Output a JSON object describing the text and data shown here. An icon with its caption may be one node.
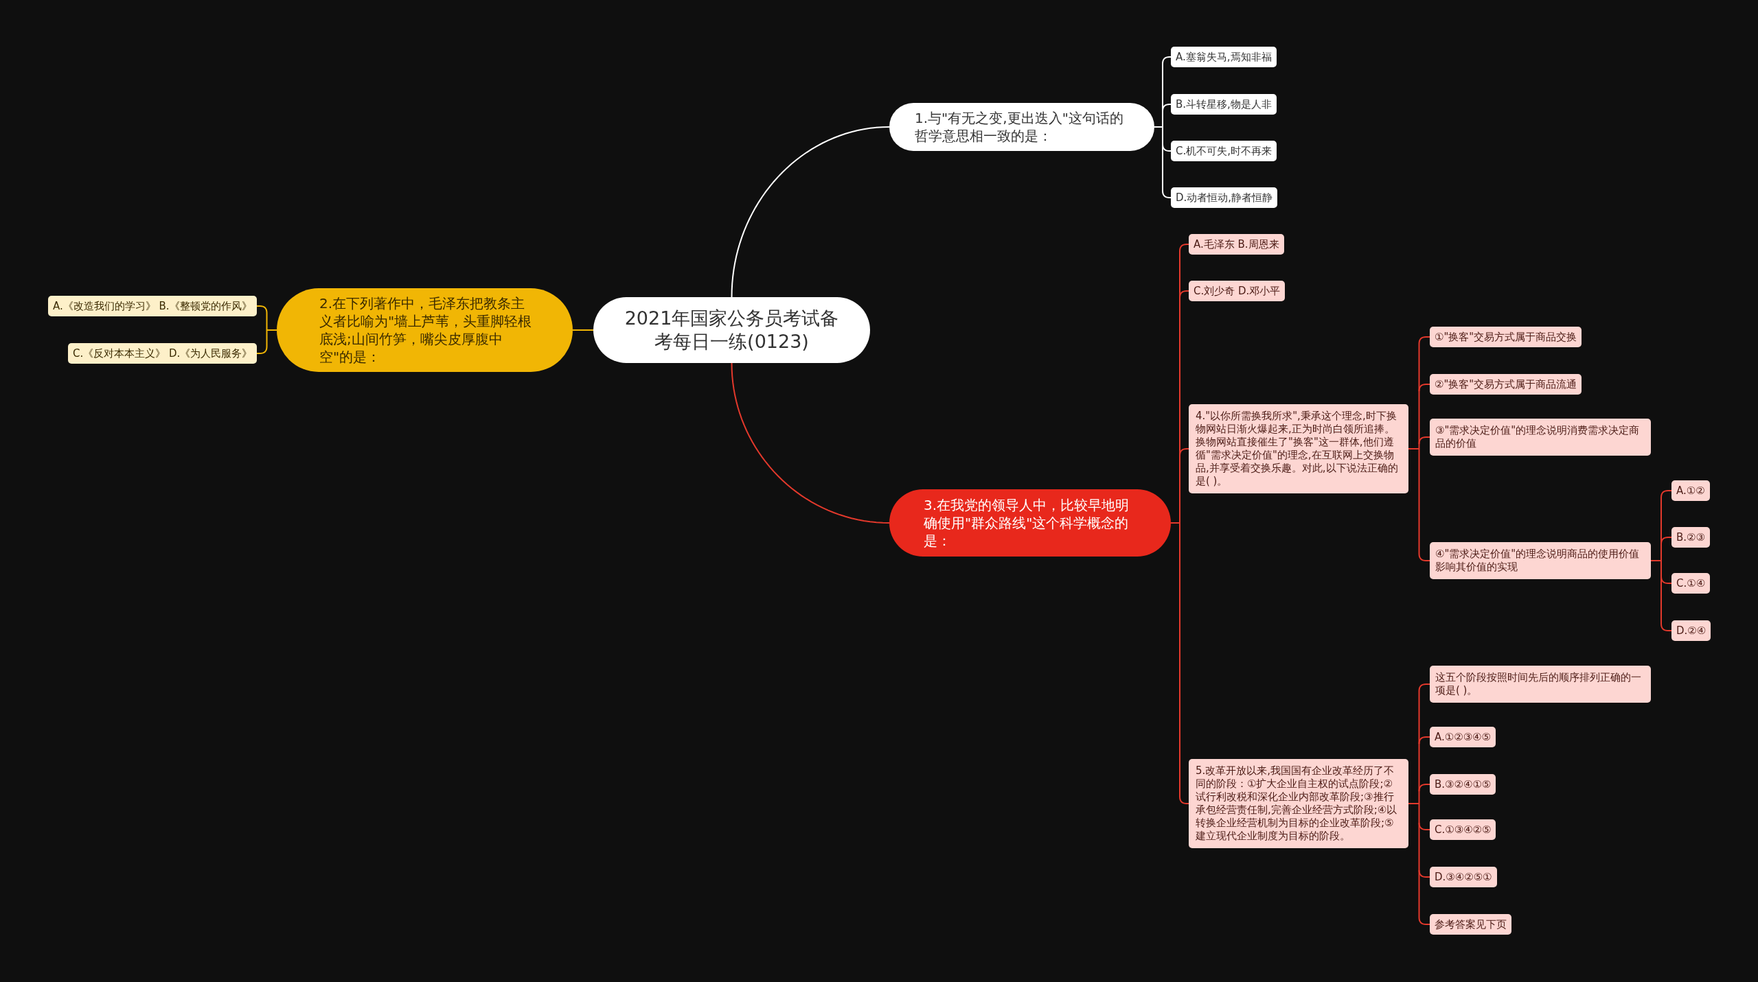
{
  "diagram": {
    "nodes": [
      {
        "text": [
          "2021年国家公务员考试备考每日一练(0123)"
        ]
      },
      {
        "text": [
          "1.与\"有无之变,更出迭入\"这句话的哲学意思相一致的是："
        ]
      },
      {
        "text": [
          "A.塞翁失马,焉知非福"
        ]
      },
      {
        "text": [
          "B.斗转星移,物是人非"
        ]
      },
      {
        "text": [
          "C.机不可失,时不再来"
        ]
      },
      {
        "text": [
          "D.动者恒动,静者恒静"
        ]
      },
      {
        "text": [
          "2.在下列著作中，毛泽东把教条主义者比喻为\"墙上芦苇，头重脚轻根底浅;山间竹笋，嘴尖皮厚腹中空\"的是："
        ]
      },
      {
        "text": [
          "A.《改造我们的学习》 B.《整顿党的作风》"
        ]
      },
      {
        "text": [
          "C.《反对本本主义》 D.《为人民服务》"
        ]
      },
      {
        "text": [
          "3.在我党的领导人中，比较早地明确使用\"群众路线\"这个科学概念的是："
        ]
      },
      {
        "text": [
          "A.毛泽东 B.周恩来"
        ]
      },
      {
        "text": [
          "C.刘少奇 D.邓小平"
        ]
      },
      {
        "text": [
          "4.\"以你所需换我所求\",秉承这个理念,时下换物网站日渐火爆起来,正为时尚白领所追捧。换物网站直接催生了\"换客\"这一群体,他们遵循\"需求决定价值\"的理念,在互联网上交换物品,并享受着交换乐趣。对此,以下说法正确的是( )。"
        ]
      },
      {
        "text": [
          "①\"换客\"交易方式属于商品交换"
        ]
      },
      {
        "text": [
          "②\"换客\"交易方式属于商品流通"
        ]
      },
      {
        "text": [
          "③\"需求决定价值\"的理念说明消费需求决定商品的价值"
        ]
      },
      {
        "text": [
          "④\"需求决定价值\"的理念说明商品的使用价值影响其价值的实现"
        ]
      },
      {
        "text": [
          "A.①②"
        ]
      },
      {
        "text": [
          "B.②③"
        ]
      },
      {
        "text": [
          "C.①④"
        ]
      },
      {
        "text": [
          "D.②④"
        ]
      },
      {
        "text": [
          "5.改革开放以来,我国国有企业改革经历了不同的阶段：①扩大企业自主权的试点阶段;②试行利改税和深化企业内部改革阶段;③推行承包经营责任制,完善企业经营方式阶段;④以转换企业经营机制为目标的企业改革阶段;⑤建立现代企业制度为目标的阶段。"
        ]
      },
      {
        "text": [
          "这五个阶段按照时间先后的顺序排列正确的一项是( )。"
        ]
      },
      {
        "text": [
          "A.①②③④⑤"
        ]
      },
      {
        "text": [
          "B.③②④①⑤"
        ]
      },
      {
        "text": [
          "C.①③④②⑤"
        ]
      },
      {
        "text": [
          "D.③④②⑤①"
        ]
      },
      {
        "text": [
          "参考答案见下页"
        ]
      }
    ],
    "edges": [
      {
        "from": 0,
        "to": 1,
        "arrow": "none",
        "color": "#ffffff"
      },
      {
        "from": 1,
        "to": 2,
        "arrow": "none",
        "color": "#ffffff"
      },
      {
        "from": 1,
        "to": 3,
        "arrow": "none",
        "color": "#ffffff"
      },
      {
        "from": 1,
        "to": 4,
        "arrow": "none",
        "color": "#ffffff"
      },
      {
        "from": 1,
        "to": 5,
        "arrow": "none",
        "color": "#ffffff"
      },
      {
        "from": 0,
        "to": 6,
        "arrow": "none",
        "color": "#f1b605"
      },
      {
        "from": 6,
        "to": 7,
        "arrow": "none",
        "color": "#f1b605"
      },
      {
        "from": 6,
        "to": 8,
        "arrow": "none",
        "color": "#f1b605"
      },
      {
        "from": 0,
        "to": 9,
        "arrow": "none"
      },
      {
        "from": 9,
        "to": 10,
        "arrow": "none"
      },
      {
        "from": 9,
        "to": 11,
        "arrow": "none"
      },
      {
        "from": 9,
        "to": 12,
        "arrow": "none"
      },
      {
        "from": 9,
        "to": 21,
        "arrow": "none"
      },
      {
        "from": 12,
        "to": 13,
        "arrow": "none"
      },
      {
        "from": 12,
        "to": 14,
        "arrow": "none"
      },
      {
        "from": 12,
        "to": 15,
        "arrow": "none"
      },
      {
        "from": 12,
        "to": 16,
        "arrow": "none"
      },
      {
        "from": 16,
        "to": 17,
        "arrow": "none"
      },
      {
        "from": 16,
        "to": 18,
        "arrow": "none"
      },
      {
        "from": 16,
        "to": 19,
        "arrow": "none"
      },
      {
        "from": 16,
        "to": 20,
        "arrow": "none"
      },
      {
        "from": 21,
        "to": 22,
        "arrow": "none"
      },
      {
        "from": 21,
        "to": 23,
        "arrow": "none"
      },
      {
        "from": 21,
        "to": 24,
        "arrow": "none"
      },
      {
        "from": 21,
        "to": 25,
        "arrow": "none"
      },
      {
        "from": 21,
        "to": 26,
        "arrow": "none"
      },
      {
        "from": 21,
        "to": 27,
        "arrow": "none"
      }
    ]
  }
}
